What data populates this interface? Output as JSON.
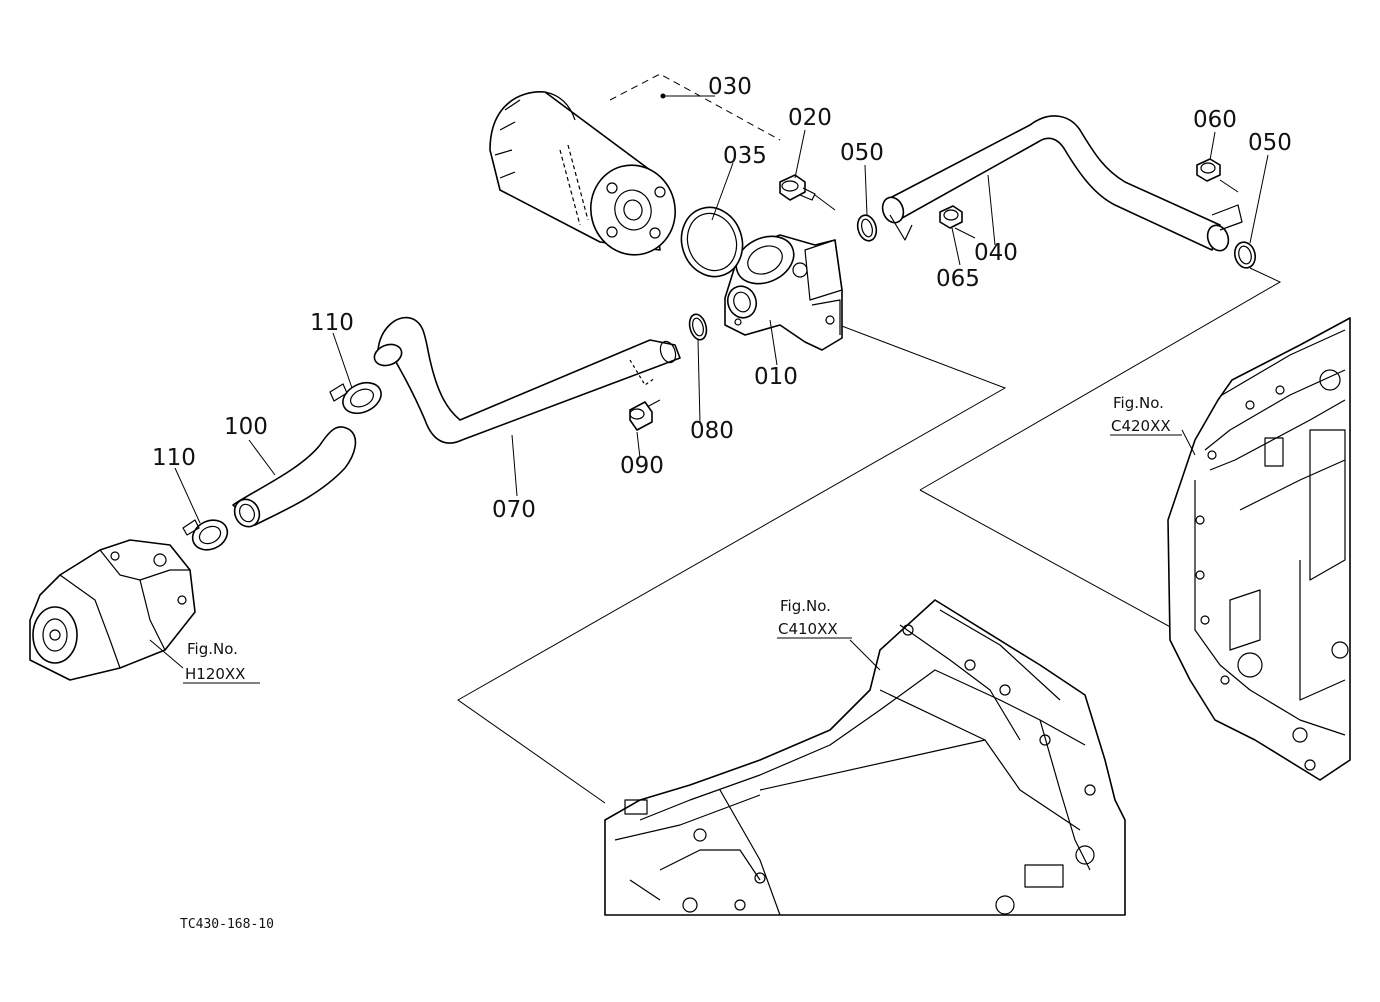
{
  "diagram": {
    "callouts": {
      "p010": "010",
      "p020": "020",
      "p030": "030",
      "p035": "035",
      "p040": "040",
      "p050a": "050",
      "p050b": "050",
      "p060": "060",
      "p065": "065",
      "p070": "070",
      "p080": "080",
      "p090": "090",
      "p100": "100",
      "p110a": "110",
      "p110b": "110"
    },
    "figure_refs": {
      "c420": {
        "label": "Fig.No.",
        "code": "C420XX"
      },
      "c410": {
        "label": "Fig.No.",
        "code": "C410XX"
      },
      "h120": {
        "label": "Fig.No.",
        "code": "H120XX"
      }
    },
    "drawing_code": "TC430-168-10"
  }
}
